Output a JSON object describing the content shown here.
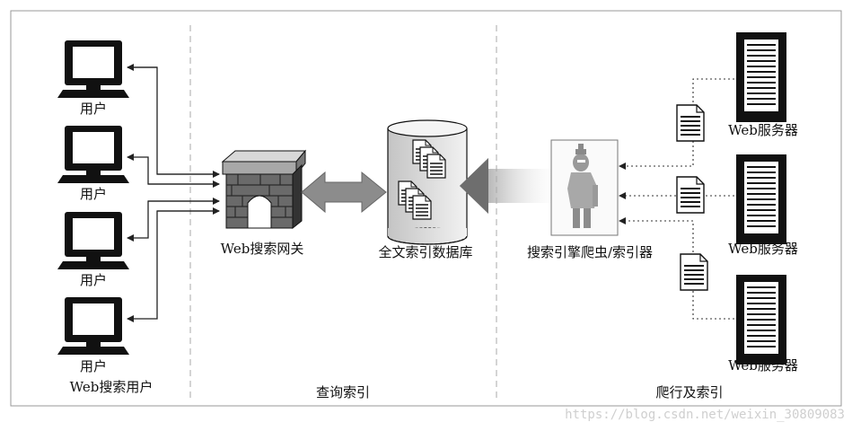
{
  "labels": {
    "user": "用户",
    "web_search_users": "Web搜索用户",
    "gateway": "Web搜索网关",
    "database": "全文索引数据库",
    "crawler": "搜索引擎爬虫/索引器",
    "server": "Web服务器",
    "section_query": "查询索引",
    "section_crawl": "爬行及索引"
  },
  "watermark": "https://blog.csdn.net/weixin_30809083",
  "icons": [
    "computer-monitor-icon",
    "gateway-wall-icon",
    "database-cylinder-icon",
    "document-icon",
    "robot-crawler-icon",
    "server-tower-icon"
  ]
}
